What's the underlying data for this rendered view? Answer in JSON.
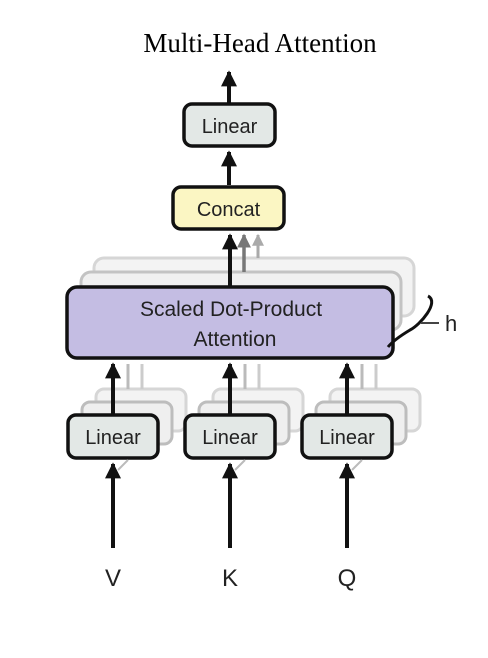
{
  "title": "Multi-Head Attention",
  "blocks": {
    "top_linear": "Linear",
    "concat": "Concat",
    "attention_line1": "Scaled Dot-Product",
    "attention_line2": "Attention",
    "linear_v": "Linear",
    "linear_k": "Linear",
    "linear_q": "Linear"
  },
  "heads_label": "h",
  "inputs": {
    "v": "V",
    "k": "K",
    "q": "Q"
  },
  "colors": {
    "linear_fill": "#e3e8e6",
    "concat_fill": "#fbf6c3",
    "attention_fill": "#c4bde3",
    "stroke": "#111111"
  }
}
